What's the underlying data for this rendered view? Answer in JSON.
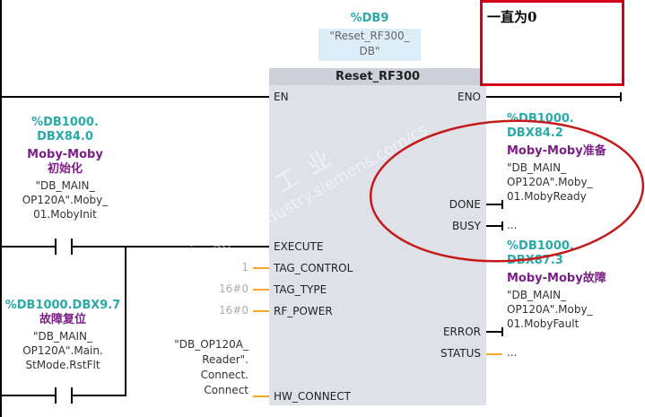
{
  "instance": {
    "address": "%DB9",
    "name": "\"Reset_RF300_",
    "name2": "DB\""
  },
  "block": {
    "title": "Reset_RF300",
    "inputs": [
      "EN",
      "EXECUTE",
      "TAG_CONTROL",
      "TAG_TYPE",
      "RF_POWER",
      "HW_CONNECT"
    ],
    "outputs": [
      "ENO",
      "DONE",
      "BUSY",
      "ERROR",
      "STATUS"
    ]
  },
  "input_values": {
    "tag_control": "1",
    "tag_type": "16#0",
    "rf_power": "16#0",
    "hw_connect": [
      "\"DB_OP120A_",
      "Reader\".",
      "Connect.",
      "Connect"
    ]
  },
  "contact1": {
    "address": [
      "%DB1000.",
      "DBX84.0"
    ],
    "comment": [
      "Moby-Moby",
      "初始化"
    ],
    "symbol": [
      "\"DB_MAIN_",
      "OP120A\".Moby_",
      "01.MobyInit"
    ]
  },
  "contact2": {
    "address": [
      "%DB1000.DBX9.7"
    ],
    "comment": [
      "故障复位"
    ],
    "symbol": [
      "\"DB_MAIN_",
      "OP120A\".Main.",
      "StMode.RstFlt"
    ]
  },
  "done_tag": {
    "address": [
      "%DB1000.",
      "DBX84.2"
    ],
    "comment": "Moby-Moby准备",
    "symbol": [
      "\"DB_MAIN_",
      "OP120A\".Moby_",
      "01.MobyReady"
    ]
  },
  "busy_tag": "...",
  "error_tag": {
    "address": [
      "%DB1000.",
      "DBX87.3"
    ],
    "comment": "Moby-Moby故障",
    "symbol": [
      "\"DB_MAIN_",
      "OP120A\".Moby_",
      "01.MobyFault"
    ]
  },
  "status_tag": "...",
  "annotation": {
    "text": "一直为0",
    "color": "#d0021b"
  },
  "watermark": [
    "西门子工业",
    "support.industry.siemens.com/cs"
  ]
}
